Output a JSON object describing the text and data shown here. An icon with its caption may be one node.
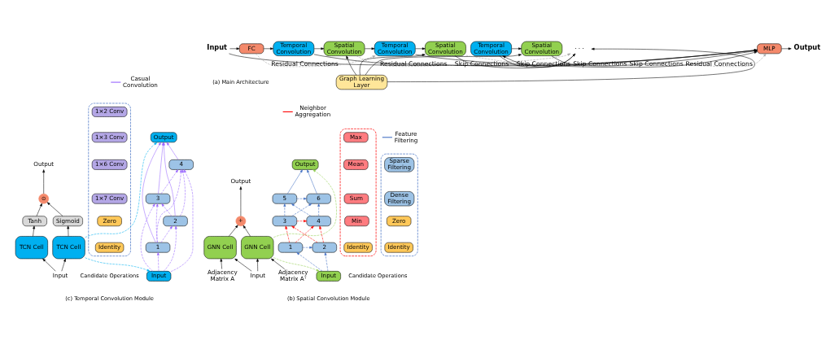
{
  "diagram": {
    "nodes": [
      {
        "text": [
          "Graph Learning Layer"
        ]
      },
      {
        "text": [
          "Input"
        ]
      },
      {
        "text": [
          "FC"
        ]
      },
      {
        "text": [
          "Temporal Convolution"
        ]
      },
      {
        "text": [
          "Spatial Convolution"
        ]
      },
      {
        "text": [
          "Temporal Convolution"
        ]
      },
      {
        "text": [
          "Spatial Convolution"
        ]
      },
      {
        "text": [
          "· · ·"
        ]
      },
      {
        "text": [
          "Temporal Convolution"
        ]
      },
      {
        "text": [
          "Spatial Convolution"
        ]
      },
      {
        "text": [
          "MLP"
        ]
      },
      {
        "text": [
          "Output"
        ]
      },
      {
        "text": [
          "Output"
        ]
      },
      {
        "text": [
          "+"
        ]
      },
      {
        "text": [
          "GNN Cell"
        ]
      },
      {
        "text": [
          "GNN Cell"
        ]
      },
      {
        "text": [
          "Adjacency Matrix A"
        ]
      },
      {
        "text": [
          "Input"
        ]
      },
      {
        "text": [
          "Adjacency Matrix Aᵀ"
        ]
      },
      {
        "text": [
          "Output"
        ]
      },
      {
        "text": [
          "5"
        ]
      },
      {
        "text": [
          "6"
        ]
      },
      {
        "text": [
          "3"
        ]
      },
      {
        "text": [
          "4"
        ]
      },
      {
        "text": [
          "1"
        ]
      },
      {
        "text": [
          "2"
        ]
      },
      {
        "text": [
          "Input"
        ]
      },
      {
        "text": [],
        "shape": "box"
      },
      {
        "text": [
          "Sparse Filtering"
        ],
        "in": 27
      },
      {
        "text": [
          "Dense Filtering"
        ],
        "in": 27
      },
      {
        "text": [
          "Zero"
        ],
        "in": 27
      },
      {
        "text": [
          "Identity"
        ],
        "in": 27
      },
      {
        "text": [],
        "shape": "box"
      },
      {
        "text": [
          "Max"
        ],
        "in": 32
      },
      {
        "text": [
          "Mean"
        ],
        "in": 32
      },
      {
        "text": [
          "Sum"
        ],
        "in": 32
      },
      {
        "text": [
          "Min"
        ],
        "in": 32
      },
      {
        "text": [
          "Identity"
        ],
        "in": 32
      },
      {
        "text": [
          "Output"
        ]
      },
      {
        "text": [
          "⊙"
        ]
      },
      {
        "text": [
          "Tanh"
        ]
      },
      {
        "text": [
          "Sigmoid"
        ]
      },
      {
        "text": [
          "TCN Cell"
        ]
      },
      {
        "text": [
          "TCN Cell"
        ]
      },
      {
        "text": [
          "Input"
        ]
      },
      {
        "text": [
          "Output"
        ]
      },
      {
        "text": [
          "4"
        ]
      },
      {
        "text": [
          "3"
        ]
      },
      {
        "text": [
          "2"
        ]
      },
      {
        "text": [
          "1"
        ]
      },
      {
        "text": [
          "Input"
        ]
      },
      {
        "text": [],
        "shape": "box"
      },
      {
        "text": [
          "1×2 Conv"
        ],
        "in": 51
      },
      {
        "text": [
          "1×3 Conv"
        ],
        "in": 51
      },
      {
        "text": [
          "1×6 Conv"
        ],
        "in": 51
      },
      {
        "text": [
          "1×7 Conv"
        ],
        "in": 51
      },
      {
        "text": [
          "Zero"
        ],
        "in": 51
      },
      {
        "text": [
          "Identity"
        ],
        "in": 51
      }
    ],
    "edges": [
      {
        "from": 1,
        "to": 2,
        "arrow": "to"
      },
      {
        "from": 2,
        "to": 3,
        "arrow": "to"
      },
      {
        "from": 3,
        "to": 4,
        "arrow": "to"
      },
      {
        "from": 4,
        "to": 5,
        "arrow": "to"
      },
      {
        "from": 5,
        "to": 6,
        "arrow": "to"
      },
      {
        "from": 6,
        "to": 7,
        "arrow": "to"
      },
      {
        "from": 7,
        "to": 8,
        "arrow": "to"
      },
      {
        "from": 8,
        "to": 9,
        "arrow": "to"
      },
      {
        "from": 9,
        "to": 10,
        "arrow": "to"
      },
      {
        "from": 10,
        "to": 11,
        "arrow": "to"
      },
      {
        "from": 0,
        "to": 4,
        "arrow": "to"
      },
      {
        "from": 0,
        "to": 6,
        "arrow": "to"
      },
      {
        "from": 0,
        "to": 7,
        "arrow": "to"
      },
      {
        "from": 0,
        "to": 9,
        "arrow": "to"
      },
      {
        "from": 2,
        "to": 5,
        "arrow": "to",
        "label": "Residual Connections",
        "style": "dashed",
        "color": "#a6a6a6"
      },
      {
        "from": 4,
        "to": 7,
        "arrow": "to",
        "label": "Residual Connections",
        "style": "dashed",
        "color": "#a6a6a6"
      },
      {
        "from": 6,
        "to": 10,
        "arrow": "to",
        "label": "Residual Connections",
        "style": "dashed",
        "color": "#a6a6a6"
      },
      {
        "from": 1,
        "to": 10,
        "arrow": "to",
        "label": "Skip Connections"
      },
      {
        "from": 3,
        "to": 10,
        "arrow": "to",
        "label": "Skip Connections"
      },
      {
        "from": 5,
        "to": 10,
        "arrow": "to",
        "label": "Skip Connections"
      },
      {
        "from": 8,
        "to": 10,
        "arrow": "to",
        "label": "Skip Connections"
      },
      {
        "from": 14,
        "to": 13,
        "arrow": "to"
      },
      {
        "from": 15,
        "to": 13,
        "arrow": "to"
      },
      {
        "from": 13,
        "to": 12,
        "arrow": "to"
      },
      {
        "from": 16,
        "to": 14,
        "arrow": "to"
      },
      {
        "from": 17,
        "to": 14,
        "arrow": "to"
      },
      {
        "from": 17,
        "to": 15,
        "arrow": "to"
      },
      {
        "from": 18,
        "to": 15,
        "arrow": "to"
      },
      {
        "from": 15,
        "to": 19,
        "arrow": "to",
        "style": "dashed",
        "color": "#92d050"
      },
      {
        "from": 15,
        "to": 26,
        "arrow": "to",
        "style": "dashed",
        "color": "#92d050"
      },
      {
        "from": 26,
        "to": 24,
        "arrow": "to",
        "style": "dashed",
        "color": "#4472c4"
      },
      {
        "from": 26,
        "to": 25,
        "arrow": "to",
        "style": "dashed",
        "color": "#4472c4"
      },
      {
        "from": 24,
        "to": 25,
        "arrow": "to",
        "style": "dashed",
        "color": "#4472c4"
      },
      {
        "from": 24,
        "to": 22,
        "arrow": "to",
        "style": "dashed",
        "color": "#ff0000"
      },
      {
        "from": 24,
        "to": 23,
        "arrow": "to",
        "style": "dashed",
        "color": "#ff0000"
      },
      {
        "from": 25,
        "to": 22,
        "arrow": "to",
        "style": "dashed",
        "color": "#ff0000"
      },
      {
        "from": 25,
        "to": 23,
        "arrow": "to",
        "style": "dashed",
        "color": "#ff0000"
      },
      {
        "from": 22,
        "to": 23,
        "arrow": "to",
        "style": "dashed",
        "color": "#ff0000"
      },
      {
        "from": 22,
        "to": 20,
        "arrow": "to",
        "style": "dashed",
        "color": "#4472c4"
      },
      {
        "from": 22,
        "to": 21,
        "arrow": "to",
        "style": "dashed",
        "color": "#4472c4"
      },
      {
        "from": 23,
        "to": 20,
        "arrow": "to",
        "style": "dashed",
        "color": "#4472c4"
      },
      {
        "from": 23,
        "to": 21,
        "arrow": "to",
        "style": "dashed",
        "color": "#4472c4"
      },
      {
        "from": 20,
        "to": 21,
        "arrow": "to",
        "style": "dashed",
        "color": "#4472c4"
      },
      {
        "from": 20,
        "to": 19,
        "arrow": "to",
        "color": "#4472c4"
      },
      {
        "from": 21,
        "to": 19,
        "arrow": "to",
        "color": "#4472c4"
      },
      {
        "from": 44,
        "to": 42,
        "arrow": "to"
      },
      {
        "from": 44,
        "to": 43,
        "arrow": "to"
      },
      {
        "from": 42,
        "to": 40,
        "arrow": "to"
      },
      {
        "from": 43,
        "to": 41,
        "arrow": "to"
      },
      {
        "from": 40,
        "to": 39,
        "arrow": "to"
      },
      {
        "from": 41,
        "to": 39,
        "arrow": "to"
      },
      {
        "from": 39,
        "to": 38,
        "arrow": "to"
      },
      {
        "from": 43,
        "to": 45,
        "arrow": "to",
        "style": "dashed",
        "color": "#00b0f0"
      },
      {
        "from": 43,
        "to": 50,
        "arrow": "to",
        "style": "dashed",
        "color": "#00b0f0"
      },
      {
        "from": 50,
        "to": 49,
        "arrow": "to",
        "style": "dashed",
        "color": "#9966ff"
      },
      {
        "from": 50,
        "to": 48,
        "arrow": "to",
        "style": "dashed",
        "color": "#9966ff"
      },
      {
        "from": 50,
        "to": 47,
        "arrow": "to",
        "style": "dashed",
        "color": "#9966ff"
      },
      {
        "from": 50,
        "to": 46,
        "arrow": "to",
        "style": "dashed",
        "color": "#9966ff"
      },
      {
        "from": 49,
        "to": 48,
        "arrow": "to",
        "style": "dashed",
        "color": "#9966ff"
      },
      {
        "from": 49,
        "to": 47,
        "arrow": "to",
        "style": "dashed",
        "color": "#9966ff"
      },
      {
        "from": 49,
        "to": 46,
        "arrow": "to",
        "style": "dashed",
        "color": "#9966ff"
      },
      {
        "from": 48,
        "to": 47,
        "arrow": "to",
        "style": "dashed",
        "color": "#9966ff"
      },
      {
        "from": 48,
        "to": 46,
        "arrow": "to",
        "style": "dashed",
        "color": "#9966ff"
      },
      {
        "from": 47,
        "to": 46,
        "arrow": "to",
        "style": "dashed",
        "color": "#9966ff"
      },
      {
        "from": 49,
        "to": 45,
        "arrow": "to",
        "color": "#9966ff"
      },
      {
        "from": 48,
        "to": 45,
        "arrow": "to",
        "color": "#9966ff"
      },
      {
        "from": 47,
        "to": 45,
        "arrow": "to",
        "color": "#9966ff"
      },
      {
        "from": 46,
        "to": 45,
        "arrow": "to",
        "color": "#9966ff"
      }
    ],
    "labels": [
      "(a) Main Architecture",
      "Candidate Operations",
      "(b) Spatial Convolution Module",
      "Candidate Operations",
      "(c) Temporal Convolution Module"
    ],
    "legend": [
      {
        "text": "Feature Filtering"
      },
      {
        "text": "Neighbor Aggregation"
      },
      {
        "text": "Casual Convolution"
      }
    ]
  }
}
